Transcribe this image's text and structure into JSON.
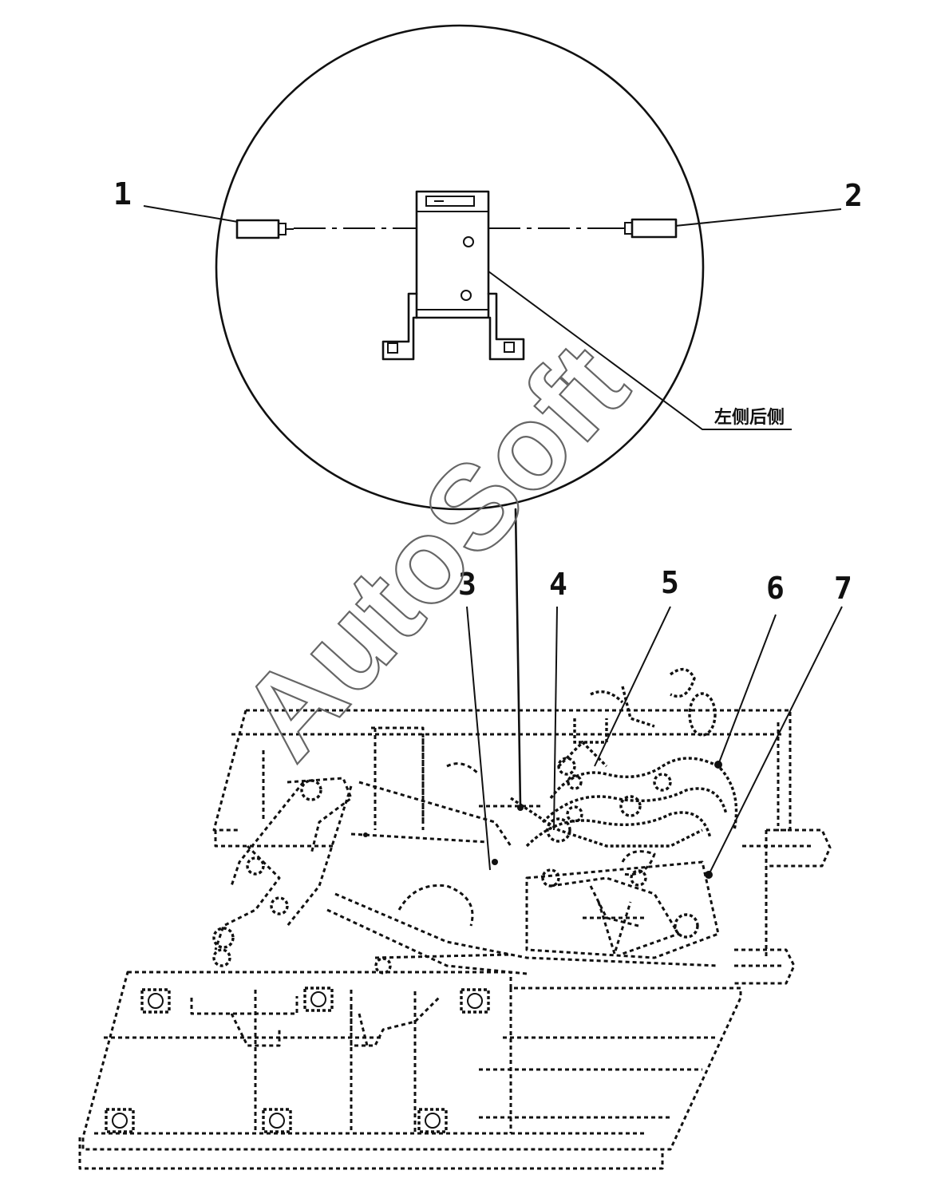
{
  "diagram": {
    "callouts": [
      {
        "id": "1",
        "label": "1"
      },
      {
        "id": "2",
        "label": "2"
      },
      {
        "id": "3",
        "label": "3"
      },
      {
        "id": "4",
        "label": "4"
      },
      {
        "id": "5",
        "label": "5"
      },
      {
        "id": "6",
        "label": "6"
      },
      {
        "id": "7",
        "label": "7"
      }
    ],
    "side_label": "左侧后侧",
    "watermark": "AutoSoft",
    "colors": {
      "line": "#111111",
      "background": "#ffffff",
      "watermark": "#666666"
    }
  }
}
